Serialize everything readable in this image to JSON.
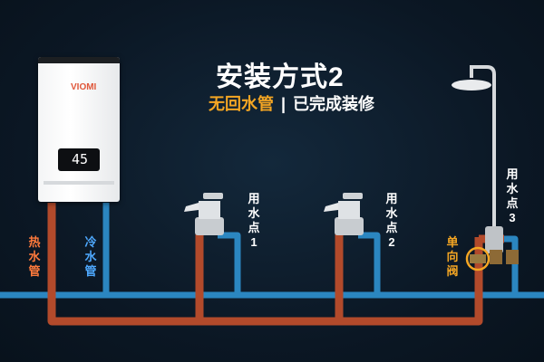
{
  "title": "安装方式2",
  "subtitle": {
    "part1": "无回水管",
    "separator": "|",
    "part2": "已完成装修"
  },
  "heater": {
    "display_temp": "45",
    "logo": "VIOMI"
  },
  "labels": {
    "hot_pipe": "热水管",
    "cold_pipe": "冷水管",
    "point1": "用水点1",
    "point2": "用水点2",
    "point3": "用水点3",
    "check_valve": "单向阀"
  },
  "colors": {
    "background": "#0b1724",
    "hot": "#b24a2b",
    "cold": "#2b86c0",
    "accent": "#f5a623"
  },
  "icons": [
    "water-heater-icon",
    "faucet-icon",
    "shower-icon",
    "check-valve-icon"
  ]
}
